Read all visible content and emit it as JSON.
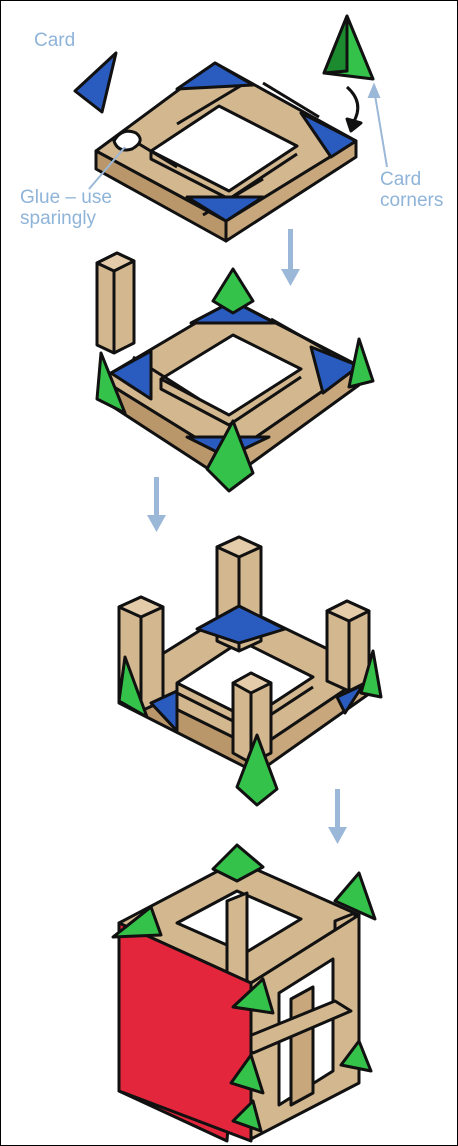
{
  "labels": {
    "card": "Card",
    "glue": "Glue – use\nsparingly",
    "card_corners": "Card\ncorners"
  },
  "colors": {
    "wood": "#d3b78f",
    "wood_shade": "#b9976a",
    "outline": "#111111",
    "card_blue": "#2a5bbf",
    "card_green": "#35c24a",
    "card_green_dark": "#1c8a2e",
    "face_red": "#e3263c",
    "arrow": "#9bb8d8"
  },
  "steps": [
    {
      "id": "step-1"
    },
    {
      "id": "step-2"
    },
    {
      "id": "step-3"
    },
    {
      "id": "step-4"
    }
  ]
}
